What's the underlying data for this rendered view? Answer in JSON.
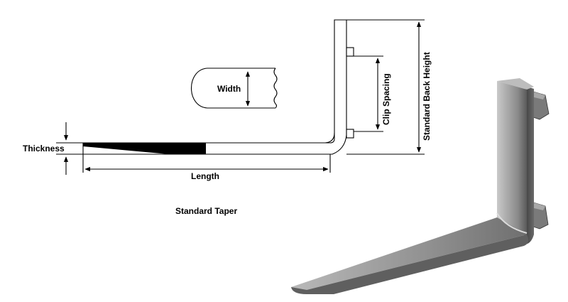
{
  "labels": {
    "width": "Width",
    "thickness": "Thickness",
    "length": "Length",
    "clip_spacing": "Clip Spacing",
    "back_height": "Standard Back Height",
    "caption": "Standard Taper"
  }
}
